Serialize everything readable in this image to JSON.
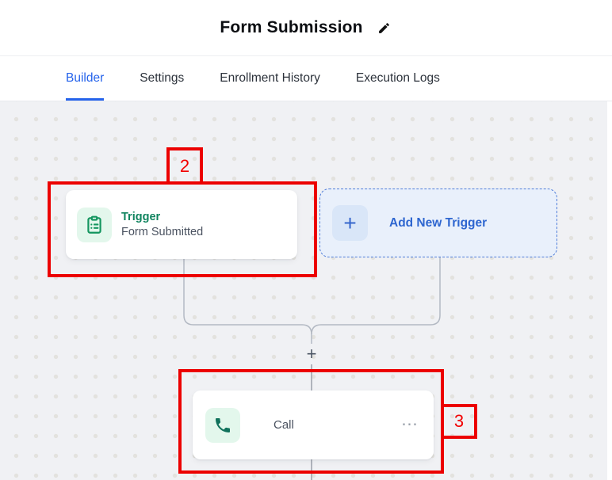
{
  "header": {
    "title": "Form Submission"
  },
  "tabs": [
    {
      "label": "Builder",
      "active": true
    },
    {
      "label": "Settings",
      "active": false
    },
    {
      "label": "Enrollment History",
      "active": false
    },
    {
      "label": "Execution Logs",
      "active": false
    }
  ],
  "canvas": {
    "trigger_card": {
      "title": "Trigger",
      "subtitle": "Form Submitted",
      "icon": "clipboard-icon"
    },
    "add_trigger_button": {
      "label": "Add New Trigger",
      "icon": "plus-icon"
    },
    "add_step_plus": "+",
    "call_card": {
      "label": "Call",
      "icon": "phone-icon",
      "menu": "⋯"
    },
    "annotations": {
      "box2": {
        "label": "2"
      },
      "box3": {
        "label": "3"
      }
    }
  },
  "colors": {
    "tab_active_blue": "#2563eb",
    "annotation_red": "#ec0000",
    "node_green": "#14965f",
    "action_blue": "#2e66d0",
    "canvas_bg": "#f0f1f4"
  }
}
